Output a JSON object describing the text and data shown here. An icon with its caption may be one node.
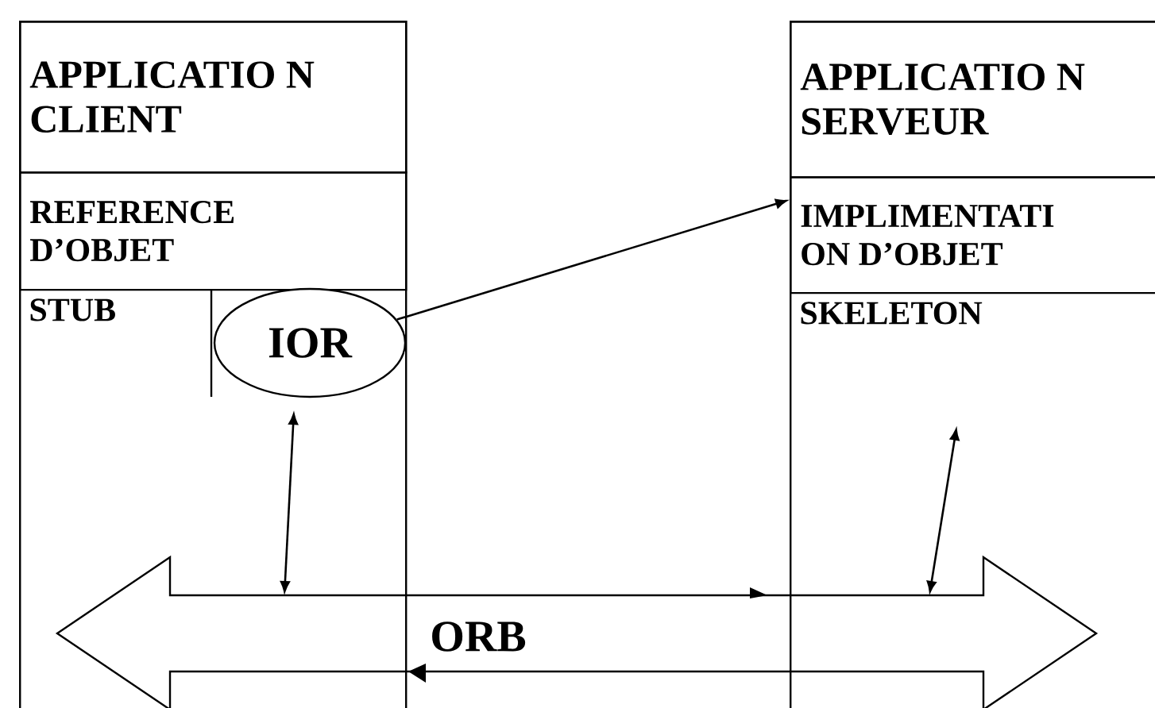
{
  "diagram": {
    "nodes": [
      {
        "text": [],
        "shape": "box"
      },
      {
        "text": [
          "APPLICATIO N CLIENT"
        ],
        "in": 0
      },
      {
        "text": [
          "REFERENCE D’OBJET"
        ],
        "in": 0
      },
      {
        "text": [
          "STUB"
        ],
        "in": 0
      },
      {
        "text": [
          "IOR"
        ],
        "in": 0
      },
      {
        "text": [],
        "shape": "box"
      },
      {
        "text": [
          "APPLICATIO N SERVEUR"
        ],
        "in": 5
      },
      {
        "text": [
          "IMPLIMENTATI ON D’OBJET"
        ],
        "in": 5
      },
      {
        "text": [
          "SKELETON"
        ],
        "in": 5
      },
      {
        "text": [
          "ORB"
        ]
      }
    ],
    "edges": [
      {
        "from": 4,
        "to": 7,
        "arrow": "to"
      },
      {
        "from": 4,
        "to": 9,
        "arrow": "both"
      },
      {
        "from": 8,
        "to": 9,
        "arrow": "both"
      }
    ]
  }
}
